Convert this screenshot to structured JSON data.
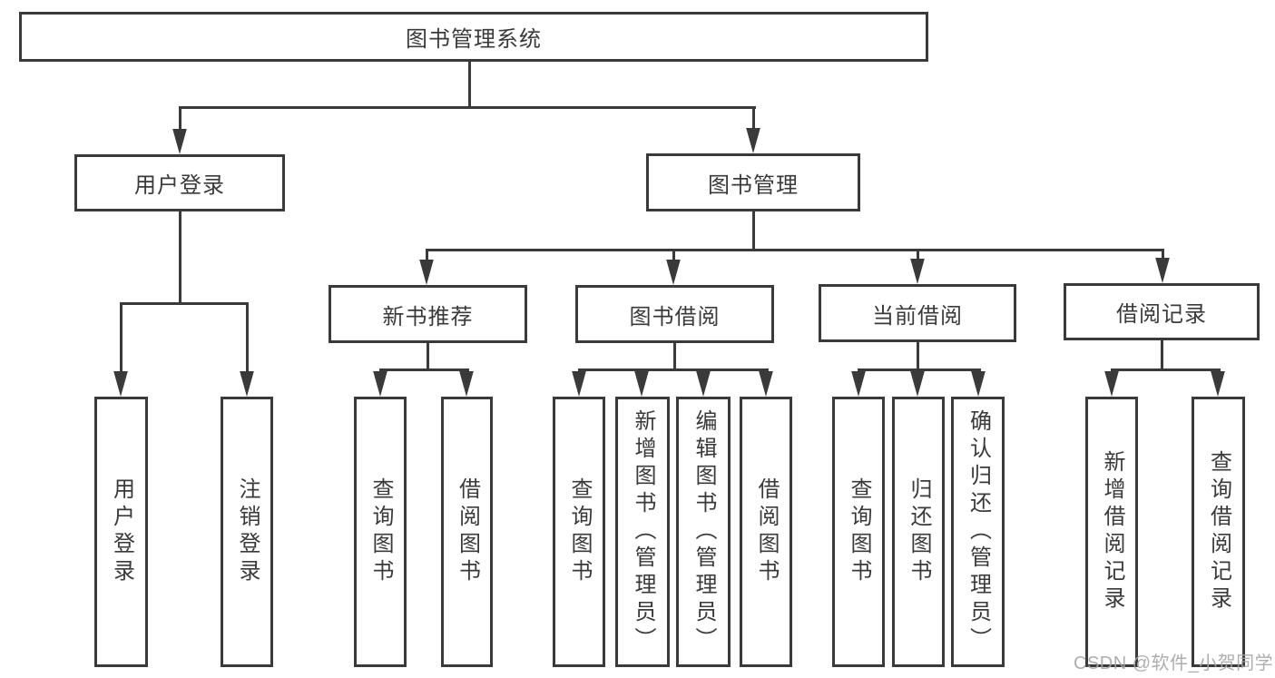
{
  "colors": {
    "line": "#3a3a3a",
    "text": "#3a3a3a",
    "watermark": "#a6a6a6",
    "background": "#ffffff"
  },
  "watermark": {
    "text": "CSDN @软件_小贺同学"
  },
  "tree": {
    "label": "图书管理系统",
    "children": [
      {
        "label": "用户登录",
        "children": [
          {
            "label": "用户登录"
          },
          {
            "label": "注销登录"
          }
        ]
      },
      {
        "label": "图书管理",
        "children": [
          {
            "label": "新书推荐",
            "children": [
              {
                "label": "查询图书"
              },
              {
                "label": "借阅图书"
              }
            ]
          },
          {
            "label": "图书借阅",
            "children": [
              {
                "label": "查询图书"
              },
              {
                "label": "新增图书（管理员）"
              },
              {
                "label": "编辑图书（管理员）"
              },
              {
                "label": "借阅图书"
              }
            ]
          },
          {
            "label": "当前借阅",
            "children": [
              {
                "label": "查询图书"
              },
              {
                "label": "归还图书"
              },
              {
                "label": "确认归还（管理员）"
              }
            ]
          },
          {
            "label": "借阅记录",
            "children": [
              {
                "label": "新增借阅记录"
              },
              {
                "label": "查询借阅记录"
              }
            ]
          }
        ]
      }
    ]
  }
}
